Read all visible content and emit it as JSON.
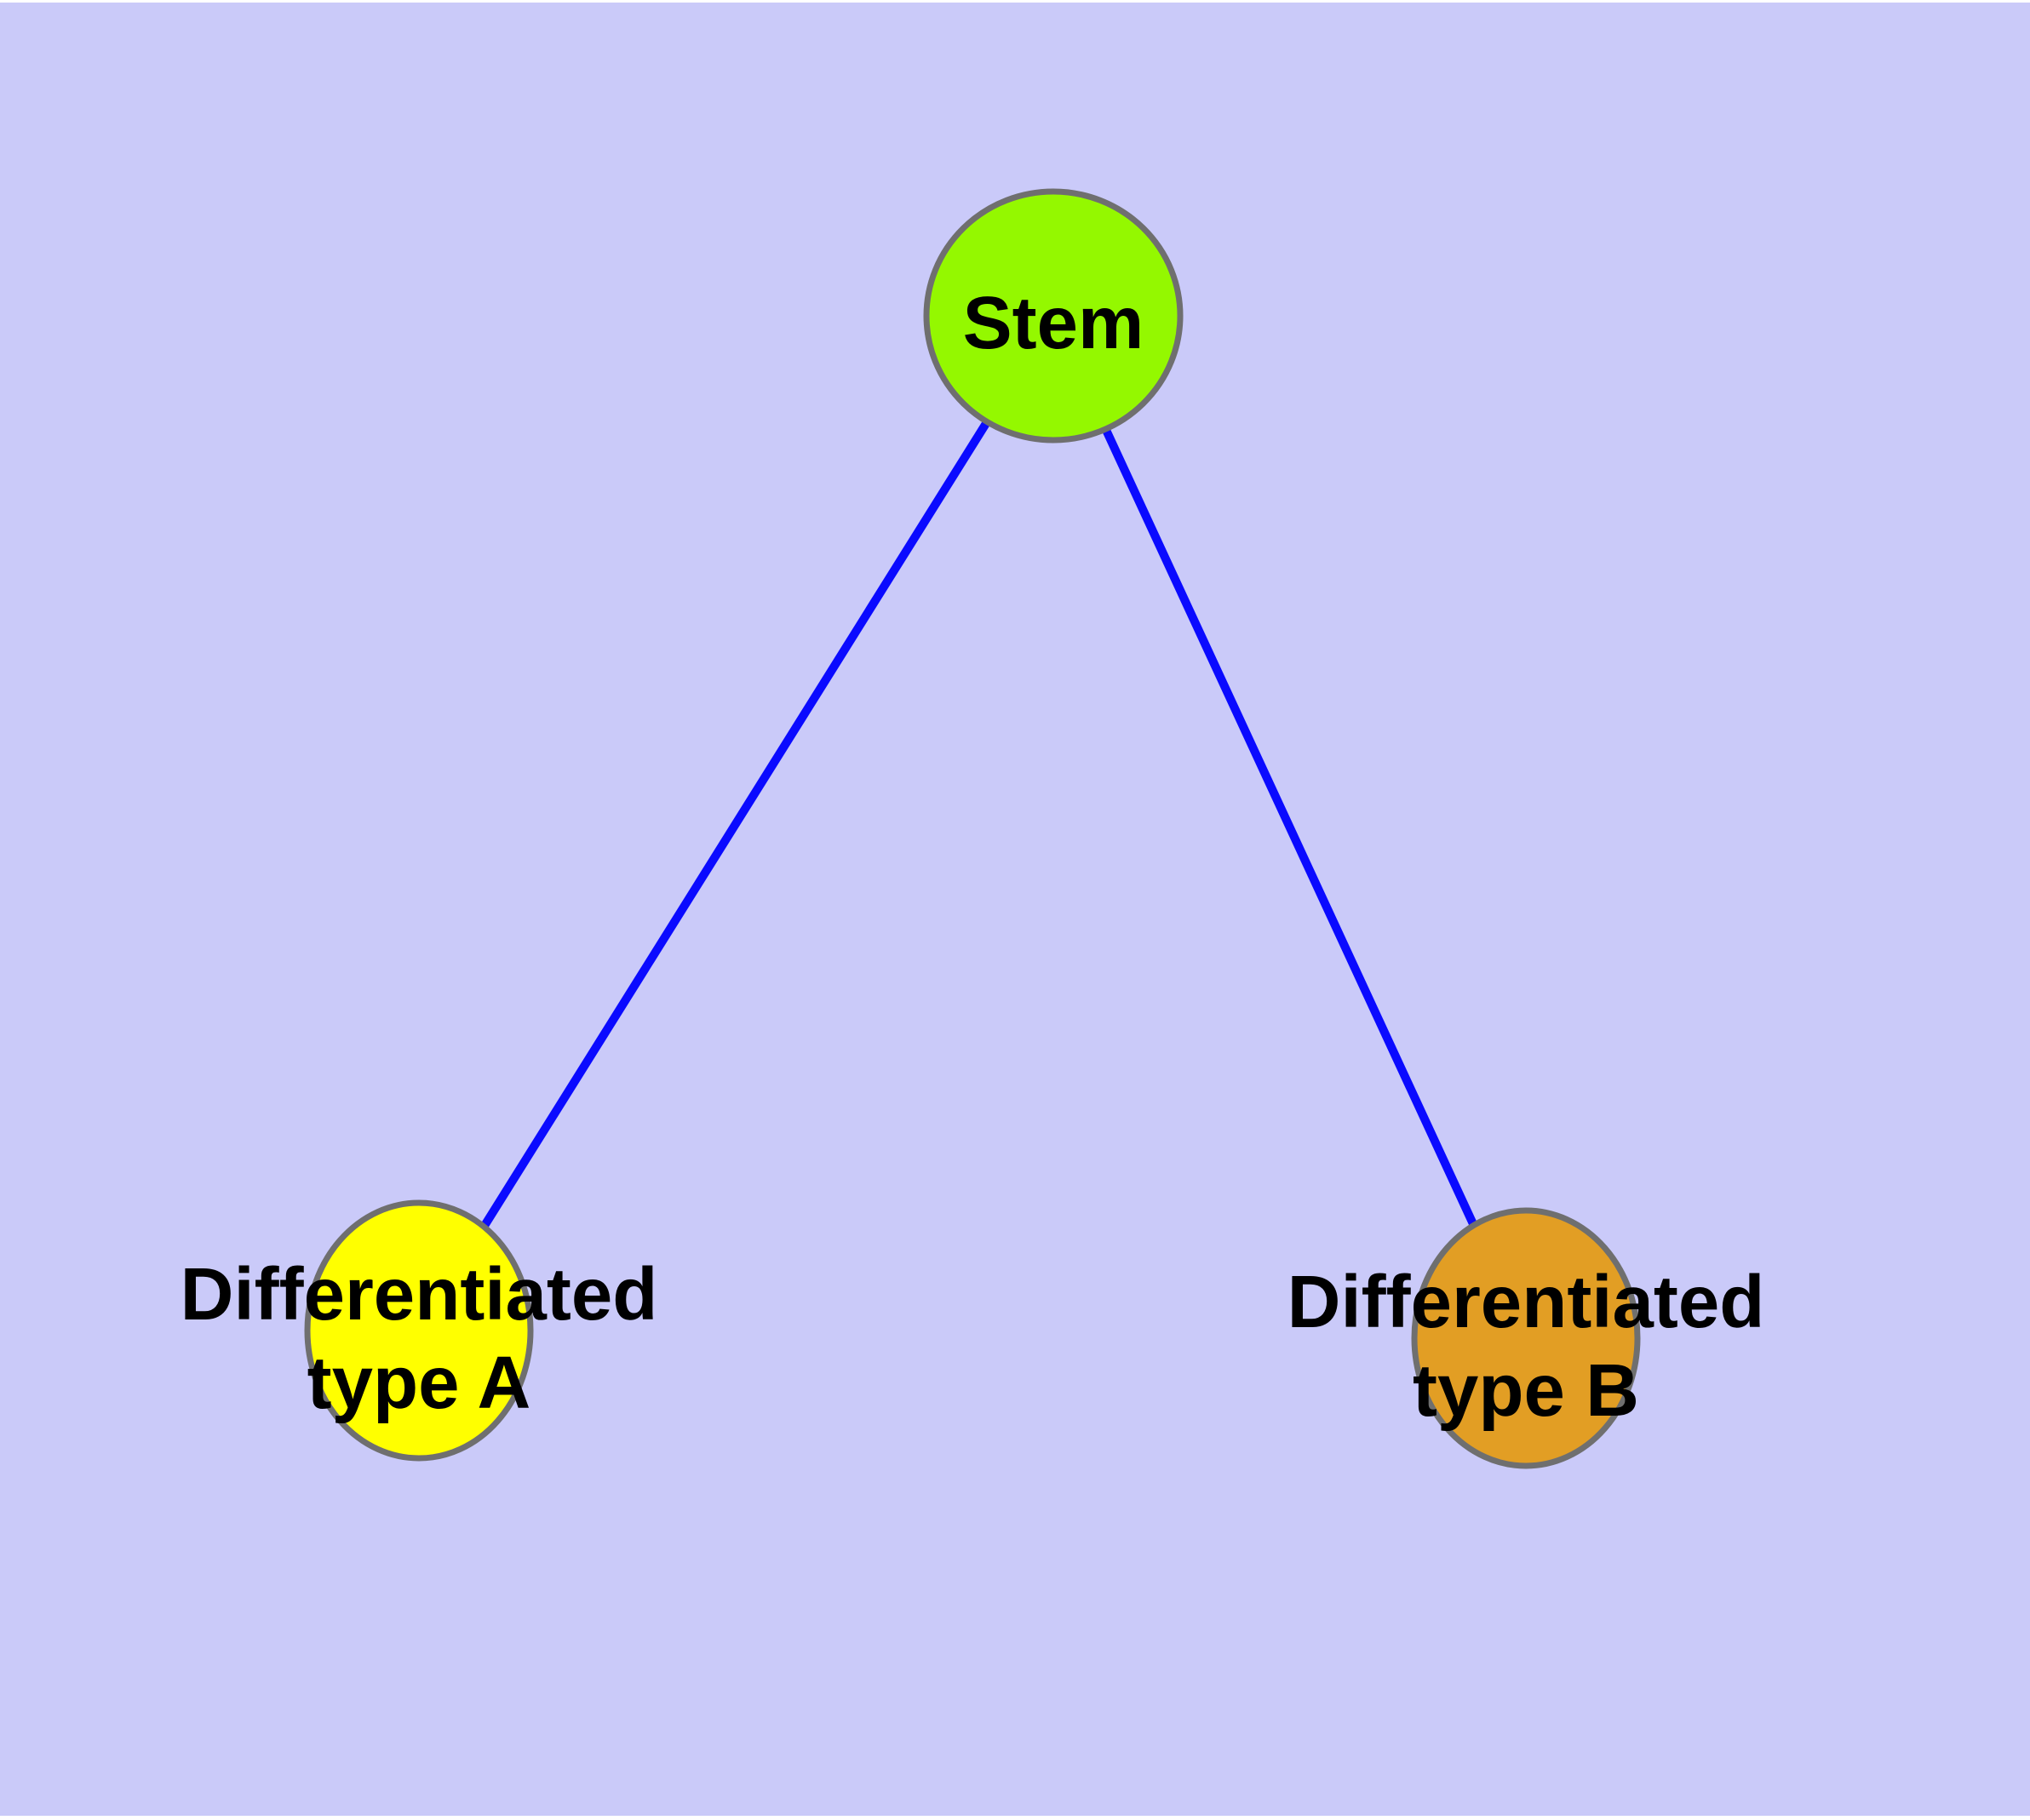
{
  "diagram": {
    "type": "node-link-graph",
    "background_color": "#CACAF9",
    "frame_color": "#FFFFFF",
    "edge_color": "#0A0AFF",
    "node_border_color": "#6F6F6F",
    "label_color": "#000000",
    "nodes": [
      {
        "id": "stem",
        "fill": "#94F800",
        "lines": [
          "Stem"
        ]
      },
      {
        "id": "differentiated-type-a",
        "fill": "#FFFF00",
        "lines": [
          "Differentiated",
          "type A"
        ]
      },
      {
        "id": "differentiated-type-b",
        "fill": "#E29E24",
        "lines": [
          "Differentiated",
          "type B"
        ]
      }
    ],
    "edges": [
      {
        "from": "stem",
        "to": "differentiated-type-a"
      },
      {
        "from": "stem",
        "to": "differentiated-type-b"
      }
    ]
  }
}
